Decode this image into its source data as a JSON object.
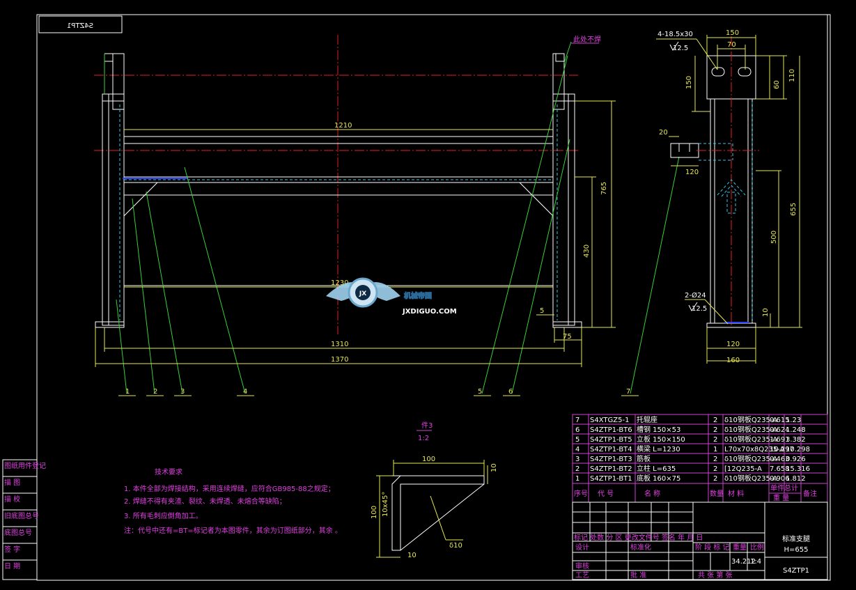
{
  "drawing_code_mirrored": "S4ZTP1",
  "front_view": {
    "dims": {
      "top_span": "1210",
      "mid_span": "1230",
      "span_1310": "1310",
      "span_1370": "1370",
      "height_765": "765",
      "height_430": "430",
      "gap_5": "5",
      "width_75": "75"
    },
    "note_no_weld": "此处不焊",
    "balloons": [
      "1",
      "2",
      "3",
      "4",
      "5",
      "6",
      "7"
    ]
  },
  "side_view": {
    "dims": {
      "w150": "150",
      "w70": "70",
      "h110": "110",
      "h60": "60",
      "h150": "150",
      "d20": "20",
      "d120_top": "120",
      "h655": "655",
      "h500": "500",
      "h10": "10",
      "w120": "120",
      "w160": "160"
    },
    "slot_callout": "4-18.5x30",
    "hole_callout": "2-Ø24",
    "roughness_1": "12.5",
    "roughness_2": "12.5"
  },
  "detail": {
    "title": "件3",
    "scale": "1:2",
    "dim_100_h": "100",
    "dim_10_right": "10",
    "dim_100_v": "100",
    "chamfer": "10x45°",
    "dim_10_bottom": "10",
    "thickness": "δ10"
  },
  "logo": {
    "text_cn": "机械帝国",
    "text_en": "JXDIGUO.COM"
  },
  "tech_requirements": {
    "title": "技术要求",
    "items": [
      "1. 本件全部为焊接结构，采用连续焊缝，应符合GB985-88之规定；",
      "2. 焊缝不得有夹渣、裂纹、未焊透、未熔合等缺陷；",
      "3. 所有毛刺应倒角加工。"
    ],
    "note": "注：代号中还有=BT=标记者为本图零件，其余为订图纸部分，其余 。"
  },
  "left_strip": [
    "图纸用件登记",
    "描  图",
    "描  校",
    "旧底图总号",
    "底图总号",
    "签  字",
    "日  期"
  ],
  "bom": {
    "rows": [
      {
        "no": "7",
        "code": "S4XTGZ5-1",
        "name": "托辊座",
        "qty": "2",
        "material": "δ10钢板Q235-A",
        "unit": "0.615",
        "total": "1.23"
      },
      {
        "no": "6",
        "code": "S4ZTP1-BT6",
        "name": "槽钢 150×53",
        "qty": "2",
        "material": "δ10钢板Q235-A",
        "unit": "0.624",
        "total": "1.248"
      },
      {
        "no": "5",
        "code": "S4ZTP1-BT5",
        "name": "立板 150×150",
        "qty": "2",
        "material": "δ10钢板Q235-A",
        "unit": "1.691",
        "total": "3.382"
      },
      {
        "no": "4",
        "code": "S4ZTP1-BT4",
        "name": "横梁 L=1230",
        "qty": "1",
        "material": "L70x70x8Q235-A",
        "unit": "10.297",
        "total": "10.298"
      },
      {
        "no": "3",
        "code": "S4ZTP1-BT3",
        "name": "筋板",
        "qty": "2",
        "material": "δ10钢板Q235-A",
        "unit": "0.463",
        "total": "0.926"
      },
      {
        "no": "2",
        "code": "S4ZTP1-BT2",
        "name": "立柱 L=635",
        "qty": "2",
        "material": "[12Q235-A",
        "unit": "7.658",
        "total": "15.316"
      },
      {
        "no": "1",
        "code": "S4ZTP1-BT1",
        "name": "底板 160×75",
        "qty": "2",
        "material": "δ10钢板Q235-A",
        "unit": "0.906",
        "total": "1.812"
      }
    ],
    "header": {
      "no": "序号",
      "code": "代 号",
      "name": "名      称",
      "qty": "数量",
      "material": "材   料",
      "weight_top": "单件总计",
      "weight_bottom": "重   量",
      "remark": "备注"
    }
  },
  "title_block": {
    "rev_labels": "标记 处数 分 区 更改文件号 签名 年 月 日",
    "design": "设计",
    "standard": "标准化",
    "check": "审核",
    "process": "工艺",
    "approve": "批 准",
    "stage_label": "阶 段 标 记",
    "weight_label": "重量",
    "scale_label": "比例",
    "weight_value": "34.212",
    "scale_value": "1:4",
    "sheets": "共    张  第    张",
    "part_name_1": "标准支腿",
    "part_name_2": "H=655",
    "drawing_no": "S4ZTP1"
  }
}
